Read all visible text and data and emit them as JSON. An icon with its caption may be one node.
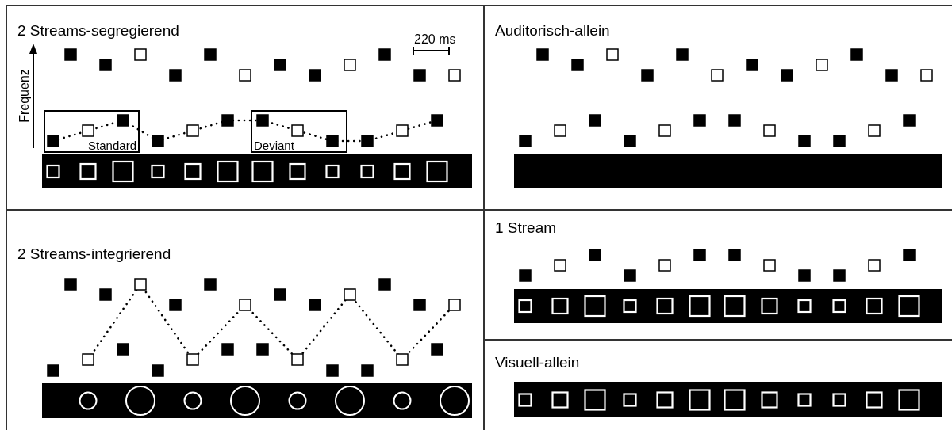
{
  "diagram": {
    "nodes": [
      {
        "text": [
          "2 Streams-segregierend"
        ]
      },
      {
        "text": [
          "Standard"
        ],
        "in": 0
      },
      {
        "text": [
          "Deviant"
        ],
        "in": 0
      },
      {
        "text": [
          "Auditorisch-allein"
        ]
      },
      {
        "text": [],
        "shape": "bar",
        "in": 3
      },
      {
        "text": [
          "2 Streams-integrierend"
        ]
      },
      {
        "text": [
          "1 Stream"
        ]
      },
      {
        "text": [
          "Visuell-allein"
        ]
      }
    ],
    "labels": [
      "Frequenz",
      "220 ms"
    ]
  }
}
